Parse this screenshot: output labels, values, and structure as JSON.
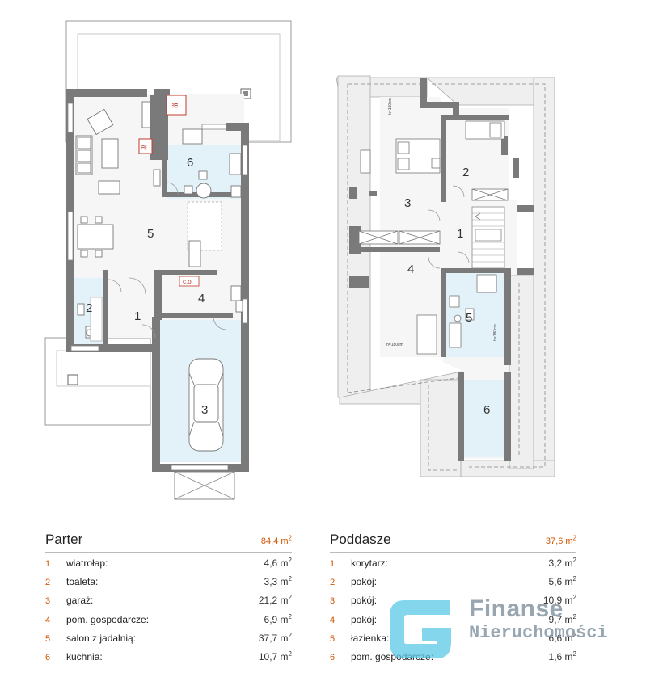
{
  "plans": {
    "ground_rooms": [
      "1",
      "2",
      "3",
      "4",
      "5",
      "6"
    ],
    "ground_boiler_label": "c.o.",
    "attic_rooms": [
      "1",
      "2",
      "3",
      "4",
      "5",
      "6"
    ],
    "attic_height_labels": [
      "h=180cm",
      "h=180cm",
      "h=180cm"
    ]
  },
  "parter": {
    "title": "Parter",
    "total": "84,4 m",
    "rows": [
      {
        "num": "1",
        "name": "wiatrołap:",
        "area": "4,6 m"
      },
      {
        "num": "2",
        "name": "toaleta:",
        "area": "3,3 m"
      },
      {
        "num": "3",
        "name": "garaż:",
        "area": "21,2 m"
      },
      {
        "num": "4",
        "name": "pom. gospodarcze:",
        "area": "6,9 m"
      },
      {
        "num": "5",
        "name": "salon z jadalnią:",
        "area": "37,7 m"
      },
      {
        "num": "6",
        "name": "kuchnia:",
        "area": "10,7 m"
      }
    ]
  },
  "poddasze": {
    "title": "Poddasze",
    "total": "37,6 m",
    "rows": [
      {
        "num": "1",
        "name": "korytarz:",
        "area": "3,2 m"
      },
      {
        "num": "2",
        "name": "pokój:",
        "area": "5,6 m"
      },
      {
        "num": "3",
        "name": "pokój:",
        "area": "10,9 m"
      },
      {
        "num": "4",
        "name": "pokój:",
        "area": "9,7 m"
      },
      {
        "num": "5",
        "name": "łazienka:",
        "area": "6,6 m"
      },
      {
        "num": "6",
        "name": "pom. gospodarcze:",
        "area": "1,6 m"
      }
    ]
  },
  "unit_exponent": "2",
  "watermark": {
    "line1": "Finanse",
    "line2": "Nieruchomości"
  },
  "colors": {
    "accent": "#d35400",
    "wall": "#7a7a7a",
    "tile": "#e3f1f8"
  }
}
